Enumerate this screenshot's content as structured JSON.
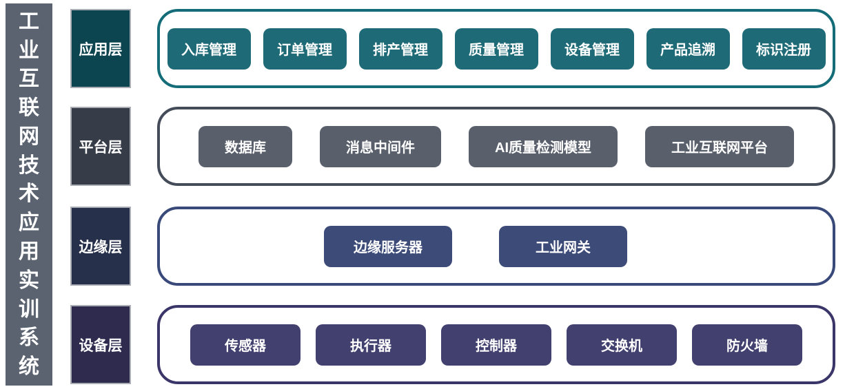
{
  "sidebar": {
    "title": "工业互联网技术应用实训系统"
  },
  "layers": [
    {
      "id": "application",
      "label": "应用层",
      "items": [
        "入库管理",
        "订单管理",
        "排产管理",
        "质量管理",
        "设备管理",
        "产品追溯",
        "标识注册"
      ]
    },
    {
      "id": "platform",
      "label": "平台层",
      "items": [
        "数据库",
        "消息中间件",
        "AI质量检测模型",
        "工业互联网平台"
      ]
    },
    {
      "id": "edge",
      "label": "边缘层",
      "items": [
        "边缘服务器",
        "工业网关"
      ]
    },
    {
      "id": "device",
      "label": "设备层",
      "items": [
        "传感器",
        "执行器",
        "控制器",
        "交换机",
        "防火墙"
      ]
    }
  ],
  "palette": {
    "background": "#ffffff",
    "sidebar_bg": "#5b6370",
    "text_on_dark": "#ffffff",
    "application": {
      "label_bg": "#0c4450",
      "chip_bg": "#1e6b77",
      "container_border": "#136c78"
    },
    "platform": {
      "label_bg": "#373d48",
      "chip_bg": "#59606c",
      "container_border": "#454c59"
    },
    "edge": {
      "label_bg": "#27304a",
      "chip_bg": "#3d4b78",
      "container_border": "#38497a"
    },
    "device": {
      "label_bg": "#2e2b4e",
      "chip_bg": "#42406f",
      "container_border": "#3a366a"
    }
  }
}
